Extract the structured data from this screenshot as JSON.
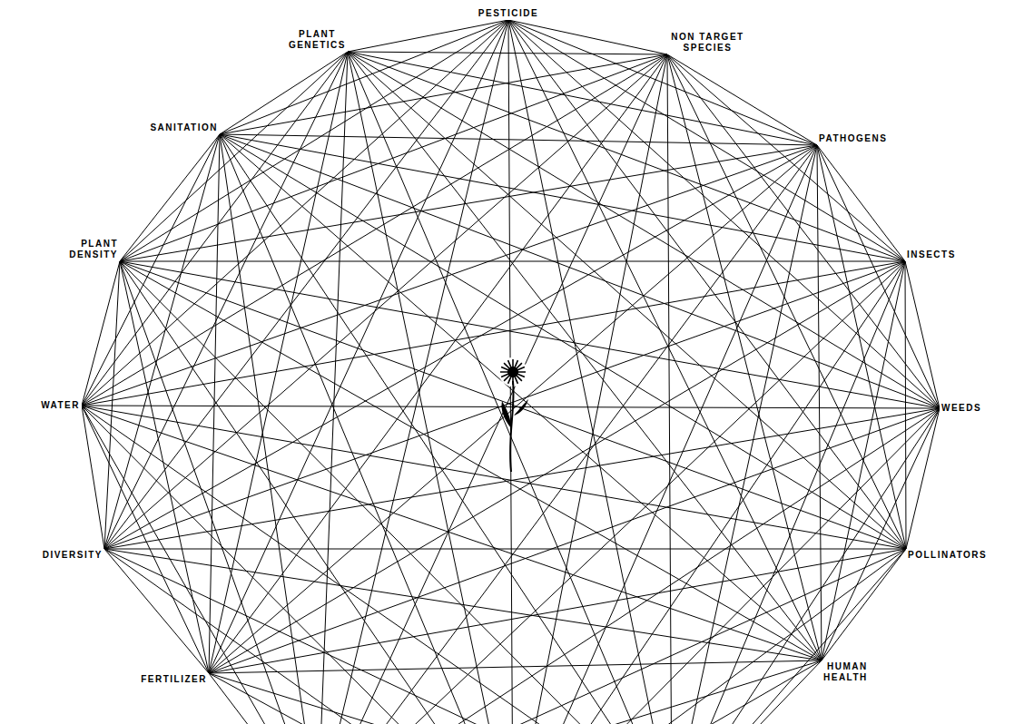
{
  "diagram": {
    "nodes": [
      {
        "text": [
          "PESTICIDE"
        ]
      },
      {
        "text": [
          "PLANT GENETICS"
        ]
      },
      {
        "text": [
          "NON TARGET SPECIES"
        ]
      },
      {
        "text": [
          "SANITATION"
        ]
      },
      {
        "text": [
          "PATHOGENS"
        ]
      },
      {
        "text": [
          "PLANT DENSITY"
        ]
      },
      {
        "text": [
          "INSECTS"
        ]
      },
      {
        "text": [
          "WATER"
        ]
      },
      {
        "text": [
          "WEEDS"
        ]
      },
      {
        "text": [
          "DIVERSITY"
        ]
      },
      {
        "text": [
          "POLLINATORS"
        ]
      },
      {
        "text": [
          "FERTILIZER"
        ]
      },
      {
        "text": [
          "HUMAN HEALTH"
        ]
      }
    ],
    "edges": [
      {
        "from": 0,
        "to": 1,
        "arrow": "none"
      },
      {
        "from": 0,
        "to": 2,
        "arrow": "none"
      },
      {
        "from": 0,
        "to": 3,
        "arrow": "none"
      },
      {
        "from": 0,
        "to": 4,
        "arrow": "none"
      },
      {
        "from": 0,
        "to": 5,
        "arrow": "none"
      },
      {
        "from": 0,
        "to": 6,
        "arrow": "none"
      },
      {
        "from": 0,
        "to": 7,
        "arrow": "none"
      },
      {
        "from": 0,
        "to": 8,
        "arrow": "none"
      },
      {
        "from": 0,
        "to": 9,
        "arrow": "none"
      },
      {
        "from": 0,
        "to": 10,
        "arrow": "none"
      },
      {
        "from": 0,
        "to": 11,
        "arrow": "none"
      },
      {
        "from": 0,
        "to": 12,
        "arrow": "none"
      },
      {
        "from": 1,
        "to": 2,
        "arrow": "none"
      },
      {
        "from": 1,
        "to": 3,
        "arrow": "none"
      },
      {
        "from": 1,
        "to": 4,
        "arrow": "none"
      },
      {
        "from": 1,
        "to": 5,
        "arrow": "none"
      },
      {
        "from": 1,
        "to": 6,
        "arrow": "none"
      },
      {
        "from": 1,
        "to": 7,
        "arrow": "none"
      },
      {
        "from": 1,
        "to": 8,
        "arrow": "none"
      },
      {
        "from": 1,
        "to": 9,
        "arrow": "none"
      },
      {
        "from": 1,
        "to": 10,
        "arrow": "none"
      },
      {
        "from": 1,
        "to": 11,
        "arrow": "none"
      },
      {
        "from": 1,
        "to": 12,
        "arrow": "none"
      },
      {
        "from": 2,
        "to": 3,
        "arrow": "none"
      },
      {
        "from": 2,
        "to": 4,
        "arrow": "none"
      },
      {
        "from": 2,
        "to": 5,
        "arrow": "none"
      },
      {
        "from": 2,
        "to": 6,
        "arrow": "none"
      },
      {
        "from": 2,
        "to": 7,
        "arrow": "none"
      },
      {
        "from": 2,
        "to": 8,
        "arrow": "none"
      },
      {
        "from": 2,
        "to": 9,
        "arrow": "none"
      },
      {
        "from": 2,
        "to": 10,
        "arrow": "none"
      },
      {
        "from": 2,
        "to": 11,
        "arrow": "none"
      },
      {
        "from": 2,
        "to": 12,
        "arrow": "none"
      },
      {
        "from": 3,
        "to": 4,
        "arrow": "none"
      },
      {
        "from": 3,
        "to": 5,
        "arrow": "none"
      },
      {
        "from": 3,
        "to": 6,
        "arrow": "none"
      },
      {
        "from": 3,
        "to": 7,
        "arrow": "none"
      },
      {
        "from": 3,
        "to": 8,
        "arrow": "none"
      },
      {
        "from": 3,
        "to": 9,
        "arrow": "none"
      },
      {
        "from": 3,
        "to": 10,
        "arrow": "none"
      },
      {
        "from": 3,
        "to": 11,
        "arrow": "none"
      },
      {
        "from": 3,
        "to": 12,
        "arrow": "none"
      },
      {
        "from": 4,
        "to": 5,
        "arrow": "none"
      },
      {
        "from": 4,
        "to": 6,
        "arrow": "none"
      },
      {
        "from": 4,
        "to": 7,
        "arrow": "none"
      },
      {
        "from": 4,
        "to": 8,
        "arrow": "none"
      },
      {
        "from": 4,
        "to": 9,
        "arrow": "none"
      },
      {
        "from": 4,
        "to": 10,
        "arrow": "none"
      },
      {
        "from": 4,
        "to": 11,
        "arrow": "none"
      },
      {
        "from": 4,
        "to": 12,
        "arrow": "none"
      },
      {
        "from": 5,
        "to": 6,
        "arrow": "none"
      },
      {
        "from": 5,
        "to": 7,
        "arrow": "none"
      },
      {
        "from": 5,
        "to": 8,
        "arrow": "none"
      },
      {
        "from": 5,
        "to": 9,
        "arrow": "none"
      },
      {
        "from": 5,
        "to": 10,
        "arrow": "none"
      },
      {
        "from": 5,
        "to": 11,
        "arrow": "none"
      },
      {
        "from": 5,
        "to": 12,
        "arrow": "none"
      },
      {
        "from": 6,
        "to": 7,
        "arrow": "none"
      },
      {
        "from": 6,
        "to": 8,
        "arrow": "none"
      },
      {
        "from": 6,
        "to": 9,
        "arrow": "none"
      },
      {
        "from": 6,
        "to": 10,
        "arrow": "none"
      },
      {
        "from": 6,
        "to": 11,
        "arrow": "none"
      },
      {
        "from": 6,
        "to": 12,
        "arrow": "none"
      },
      {
        "from": 7,
        "to": 8,
        "arrow": "none"
      },
      {
        "from": 7,
        "to": 9,
        "arrow": "none"
      },
      {
        "from": 7,
        "to": 10,
        "arrow": "none"
      },
      {
        "from": 7,
        "to": 11,
        "arrow": "none"
      },
      {
        "from": 7,
        "to": 12,
        "arrow": "none"
      },
      {
        "from": 8,
        "to": 9,
        "arrow": "none"
      },
      {
        "from": 8,
        "to": 10,
        "arrow": "none"
      },
      {
        "from": 8,
        "to": 11,
        "arrow": "none"
      },
      {
        "from": 8,
        "to": 12,
        "arrow": "none"
      },
      {
        "from": 9,
        "to": 10,
        "arrow": "none"
      },
      {
        "from": 9,
        "to": 11,
        "arrow": "none"
      },
      {
        "from": 9,
        "to": 12,
        "arrow": "none"
      },
      {
        "from": 10,
        "to": 11,
        "arrow": "none"
      },
      {
        "from": 10,
        "to": 12,
        "arrow": "none"
      },
      {
        "from": 11,
        "to": 12,
        "arrow": "none"
      }
    ]
  }
}
